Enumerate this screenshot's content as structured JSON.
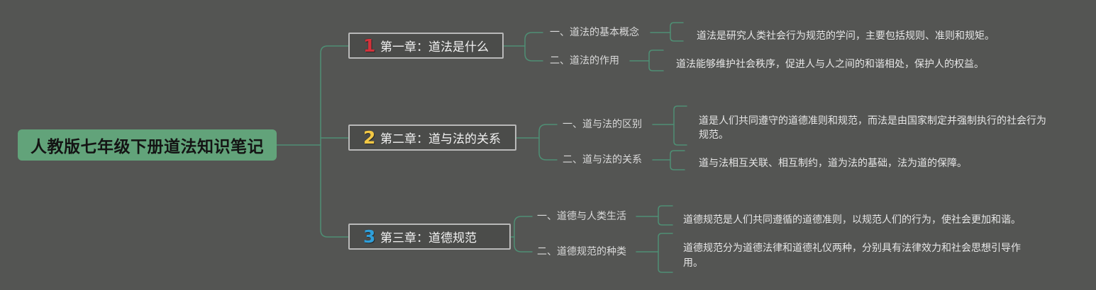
{
  "mindmap": {
    "root": {
      "title": "人教版七年级下册道法知识笔记"
    },
    "chapters": [
      {
        "badge": "1",
        "title": "第一章：道法是什么",
        "sections": [
          {
            "title": "一、道法的基本概念",
            "note": "道法是研究人类社会行为规范的学问，主要包括规则、准则和规矩。"
          },
          {
            "title": "二、道法的作用",
            "note": "道法能够维护社会秩序，促进人与人之间的和谐相处，保护人的权益。"
          }
        ]
      },
      {
        "badge": "2",
        "title": "第二章：道与法的关系",
        "sections": [
          {
            "title": "一、道与法的区别",
            "note": "道是人们共同遵守的道德准则和规范，而法是由国家制定并强制执行的社会行为规范。"
          },
          {
            "title": "二、道与法的关系",
            "note": "道与法相互关联、相互制约，道为法的基础，法为道的保障。"
          }
        ]
      },
      {
        "badge": "3",
        "title": "第三章：道德规范",
        "sections": [
          {
            "title": "一、道德与人类生活",
            "note": "道德规范是人们共同遵循的道德准则，以规范人们的行为，使社会更加和谐。"
          },
          {
            "title": "二、道德规范的种类",
            "note": "道德规范分为道德法律和道德礼仪两种，分别具有法律效力和社会思想引导作用。"
          }
        ]
      }
    ]
  },
  "colors": {
    "background": "#545553",
    "root_fill": "#62a37a",
    "root_text": "#141414",
    "connector": "#4e8f74",
    "chapter_border": "#b9b9b9",
    "chapter_fill": "#4b4c4a",
    "chapter_text": "#f1f1f1",
    "section_text": "#dadada",
    "note_text": "#e6e6e6",
    "badge_1": "#d3323b",
    "badge_2": "#f3c845",
    "badge_3": "#2f9fda"
  }
}
